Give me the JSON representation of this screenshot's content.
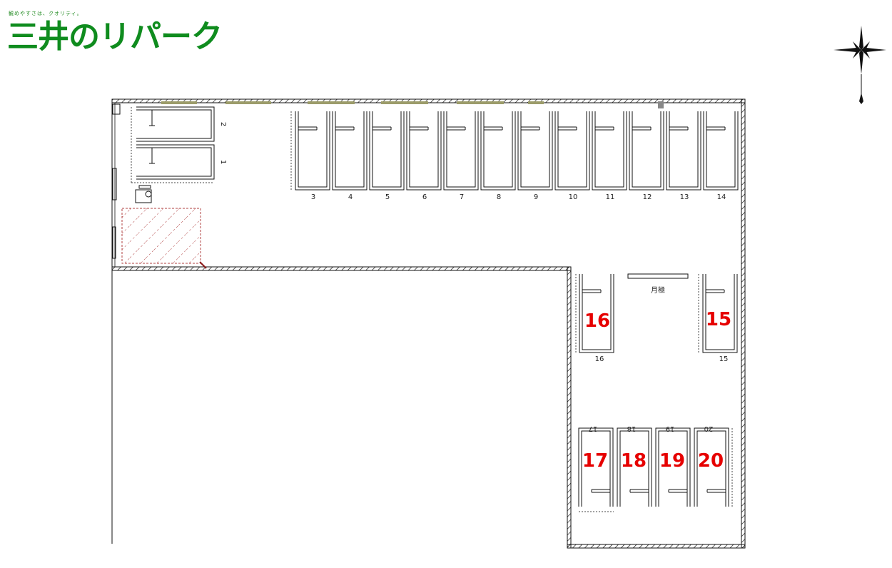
{
  "logo": {
    "tagline": "観めやすさは、クオリティ。",
    "text": "三井のリパーク",
    "color": "#0f8c1e"
  },
  "icons": {
    "compass": "compass-rose-icon"
  },
  "building_label": "月極",
  "spaces": [
    {
      "id": "1",
      "label": "1",
      "highlight": false
    },
    {
      "id": "2",
      "label": "2",
      "highlight": false
    },
    {
      "id": "3",
      "label": "3",
      "highlight": false
    },
    {
      "id": "4",
      "label": "4",
      "highlight": false
    },
    {
      "id": "5",
      "label": "5",
      "highlight": false
    },
    {
      "id": "6",
      "label": "6",
      "highlight": false
    },
    {
      "id": "7",
      "label": "7",
      "highlight": false
    },
    {
      "id": "8",
      "label": "8",
      "highlight": false
    },
    {
      "id": "9",
      "label": "9",
      "highlight": false
    },
    {
      "id": "10",
      "label": "10",
      "highlight": false
    },
    {
      "id": "11",
      "label": "11",
      "highlight": false
    },
    {
      "id": "12",
      "label": "12",
      "highlight": false
    },
    {
      "id": "13",
      "label": "13",
      "highlight": false
    },
    {
      "id": "14",
      "label": "14",
      "highlight": false
    },
    {
      "id": "15",
      "label": "15",
      "highlight": true,
      "big_label": "15"
    },
    {
      "id": "16",
      "label": "16",
      "highlight": true,
      "big_label": "16"
    },
    {
      "id": "17",
      "label": "17",
      "highlight": true,
      "big_label": "17"
    },
    {
      "id": "18",
      "label": "18",
      "highlight": true,
      "big_label": "18"
    },
    {
      "id": "19",
      "label": "19",
      "highlight": true,
      "big_label": "19"
    },
    {
      "id": "20",
      "label": "20",
      "highlight": true,
      "big_label": "20"
    }
  ],
  "highlight_color": "#e60000"
}
